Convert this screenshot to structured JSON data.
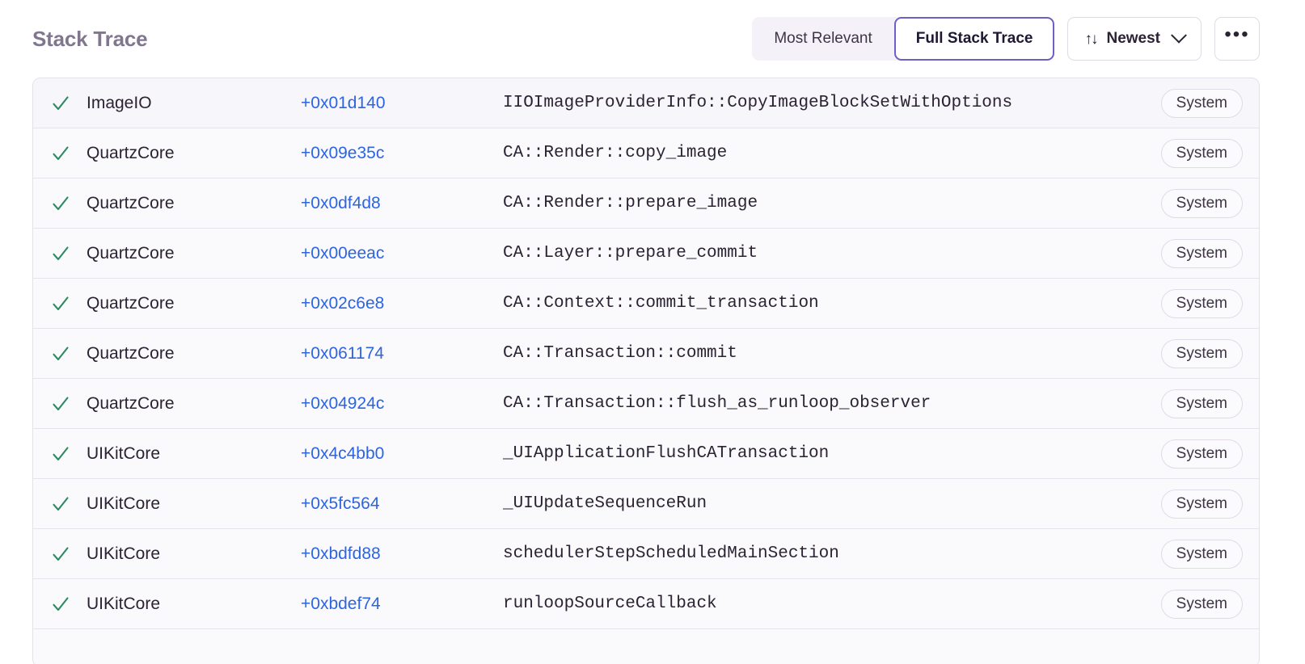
{
  "header": {
    "title": "Stack Trace",
    "segmented": {
      "options": [
        {
          "label": "Most Relevant",
          "active": false
        },
        {
          "label": "Full Stack Trace",
          "active": true
        }
      ]
    },
    "sort": {
      "icon": "sort-arrows-icon",
      "glyph": "↑↓",
      "label": "Newest",
      "chevron": "chevron-down-icon"
    },
    "overflow": {
      "label": "•••",
      "name": "more-options-icon"
    }
  },
  "colors": {
    "accent_purple": "#6c5fc7",
    "link_blue": "#2c64e3",
    "check_green": "#2b8a5f",
    "title_grey": "#80778f",
    "row_bg": "#fafafc",
    "row_bg_first": "#f7f6fa",
    "border": "#e3e0e8"
  },
  "trace": {
    "columns": [
      "status",
      "package",
      "offset",
      "function",
      "origin"
    ],
    "frames": [
      {
        "status": "expanded-check",
        "package": "ImageIO",
        "offset": "+0x01d140",
        "function": "IIOImageProviderInfo::CopyImageBlockSetWithOptions",
        "origin": "System"
      },
      {
        "status": "expanded-check",
        "package": "QuartzCore",
        "offset": "+0x09e35c",
        "function": "CA::Render::copy_image",
        "origin": "System"
      },
      {
        "status": "expanded-check",
        "package": "QuartzCore",
        "offset": "+0x0df4d8",
        "function": "CA::Render::prepare_image",
        "origin": "System"
      },
      {
        "status": "expanded-check",
        "package": "QuartzCore",
        "offset": "+0x00eeac",
        "function": "CA::Layer::prepare_commit",
        "origin": "System"
      },
      {
        "status": "expanded-check",
        "package": "QuartzCore",
        "offset": "+0x02c6e8",
        "function": "CA::Context::commit_transaction",
        "origin": "System"
      },
      {
        "status": "expanded-check",
        "package": "QuartzCore",
        "offset": "+0x061174",
        "function": "CA::Transaction::commit",
        "origin": "System"
      },
      {
        "status": "expanded-check",
        "package": "QuartzCore",
        "offset": "+0x04924c",
        "function": "CA::Transaction::flush_as_runloop_observer",
        "origin": "System"
      },
      {
        "status": "expanded-check",
        "package": "UIKitCore",
        "offset": "+0x4c4bb0",
        "function": "_UIApplicationFlushCATransaction",
        "origin": "System"
      },
      {
        "status": "expanded-check",
        "package": "UIKitCore",
        "offset": "+0x5fc564",
        "function": "_UIUpdateSequenceRun",
        "origin": "System"
      },
      {
        "status": "expanded-check",
        "package": "UIKitCore",
        "offset": "+0xbdfd88",
        "function": "schedulerStepScheduledMainSection",
        "origin": "System"
      },
      {
        "status": "expanded-check",
        "package": "UIKitCore",
        "offset": "+0xbdef74",
        "function": "runloopSourceCallback",
        "origin": "System"
      }
    ]
  }
}
